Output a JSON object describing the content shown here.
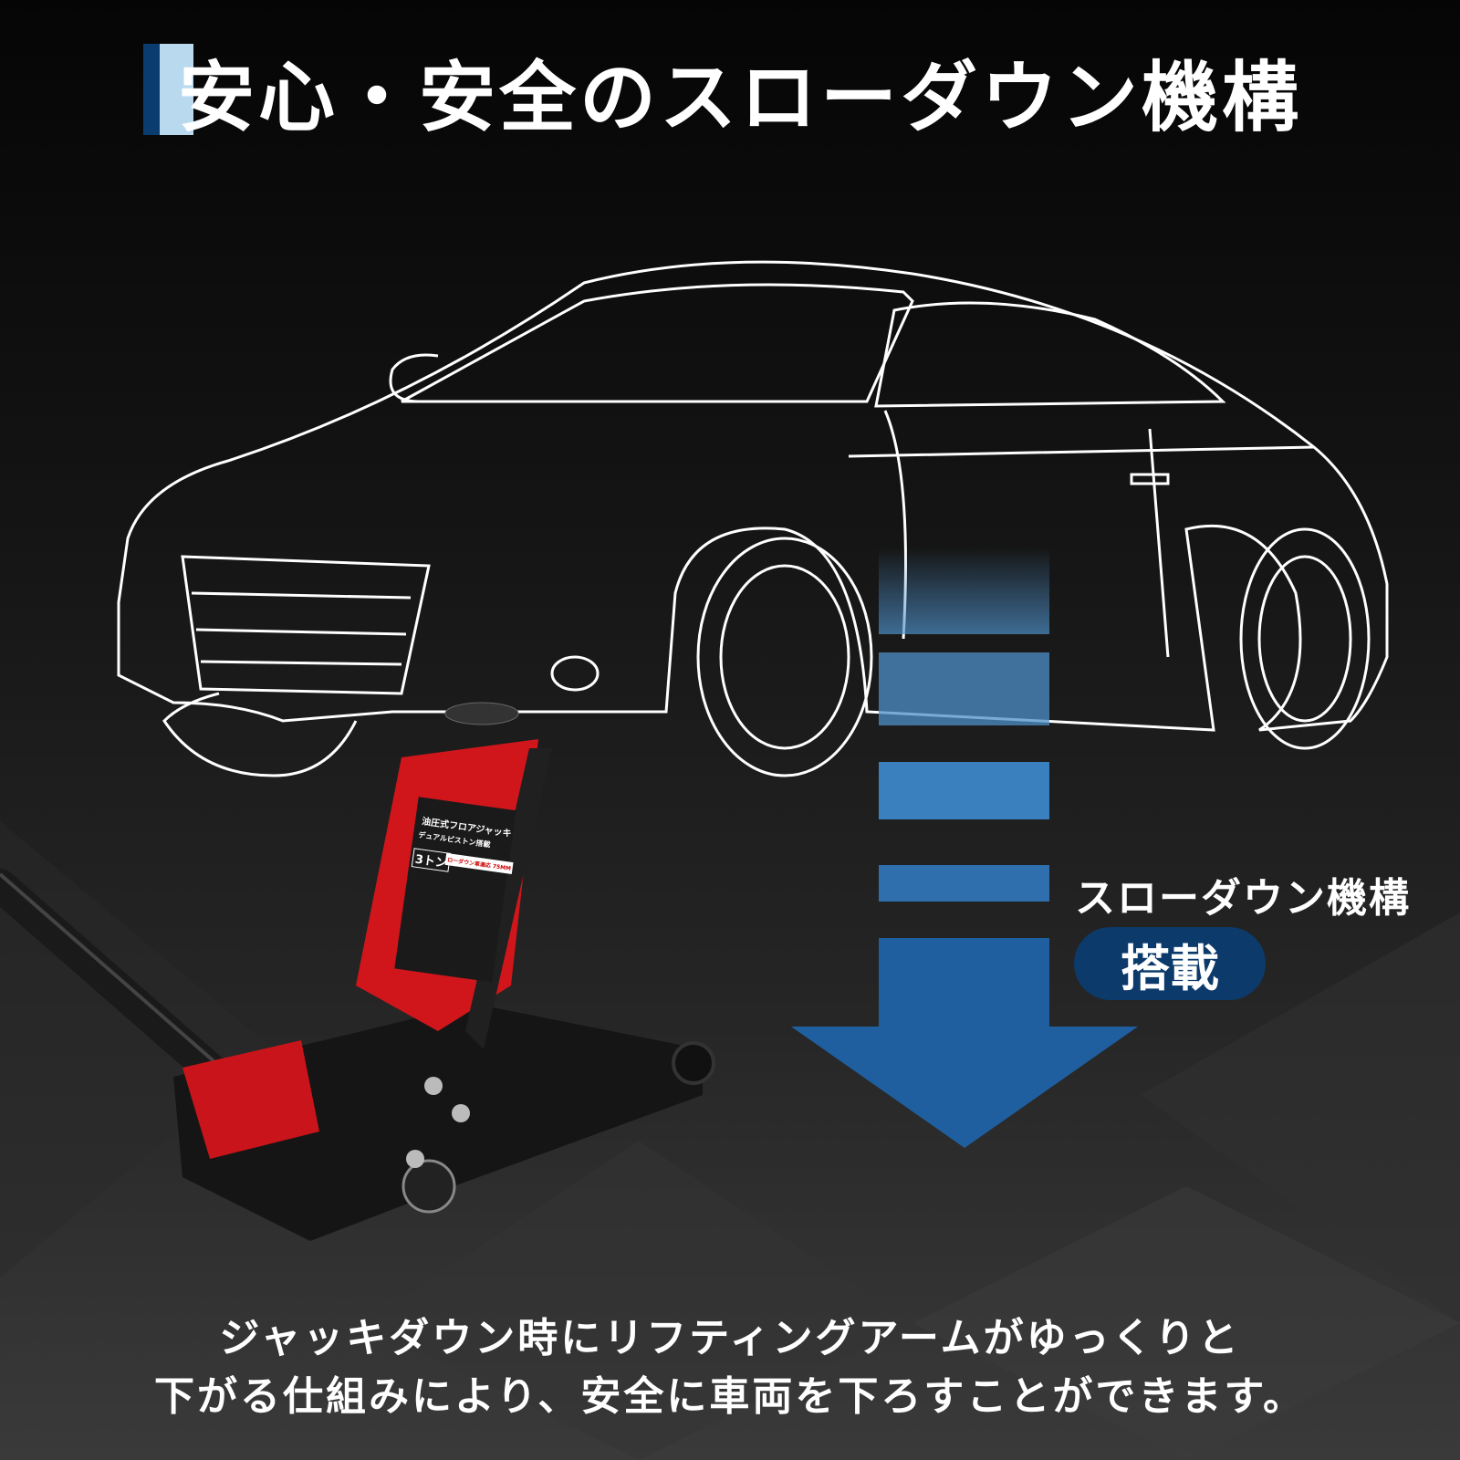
{
  "title": "安心・安全のスローダウン機構",
  "feature": {
    "label": "スローダウン機構",
    "badge": "搭載"
  },
  "description": {
    "line1": "ジャッキダウン時にリフティングアームがゆっくりと",
    "line2": "下がる仕組みにより、安全に車両を下ろすことができます。"
  },
  "jack_label": {
    "name": "油圧式フロアジャッキ",
    "sub": "デュアルピストン搭載",
    "capacity": "3トン",
    "lowdown": "ローダウン車適応 75MM"
  },
  "colors": {
    "accent_dark": "#0b3c70",
    "accent_light": "#b9d9ef",
    "arrow": "#1f5fa0",
    "jack_red": "#d0161b"
  }
}
